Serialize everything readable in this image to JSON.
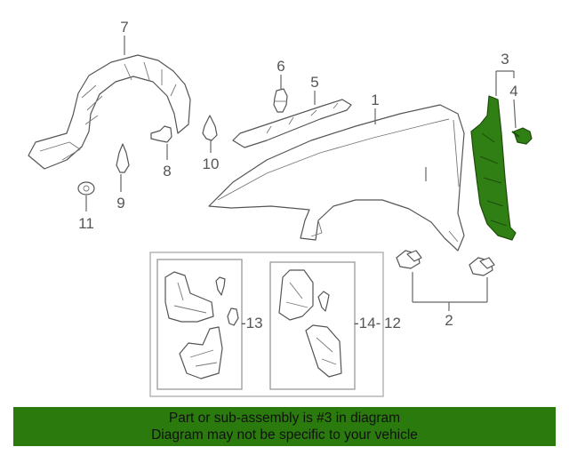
{
  "callouts": {
    "c1": "1",
    "c2": "2",
    "c3": "3",
    "c4": "4",
    "c5": "5",
    "c6": "6",
    "c7": "7",
    "c8": "8",
    "c9": "9",
    "c10": "10",
    "c11": "11",
    "c12": "12",
    "c13": "-13",
    "c14": "-14-"
  },
  "highlight_part": "3",
  "colors": {
    "highlight": "#2f7f14",
    "banner": "#2a7a0e",
    "line": "#555555"
  },
  "banner": {
    "line1": "Part or sub-assembly is #3 in diagram",
    "line2": "Diagram may not be specific to your vehicle"
  }
}
